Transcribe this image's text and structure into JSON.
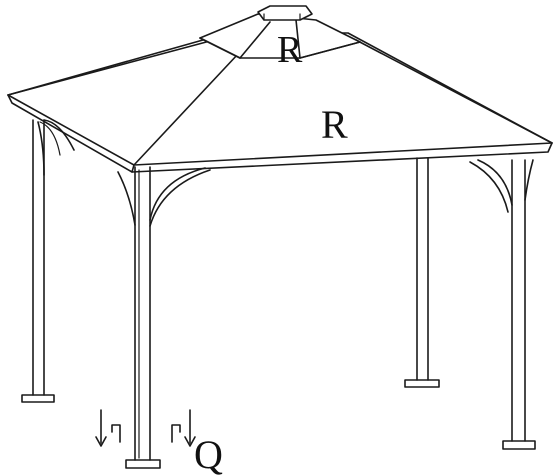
{
  "labels": {
    "top_cap": "R",
    "main_roof": "R",
    "base_part": "Q"
  }
}
